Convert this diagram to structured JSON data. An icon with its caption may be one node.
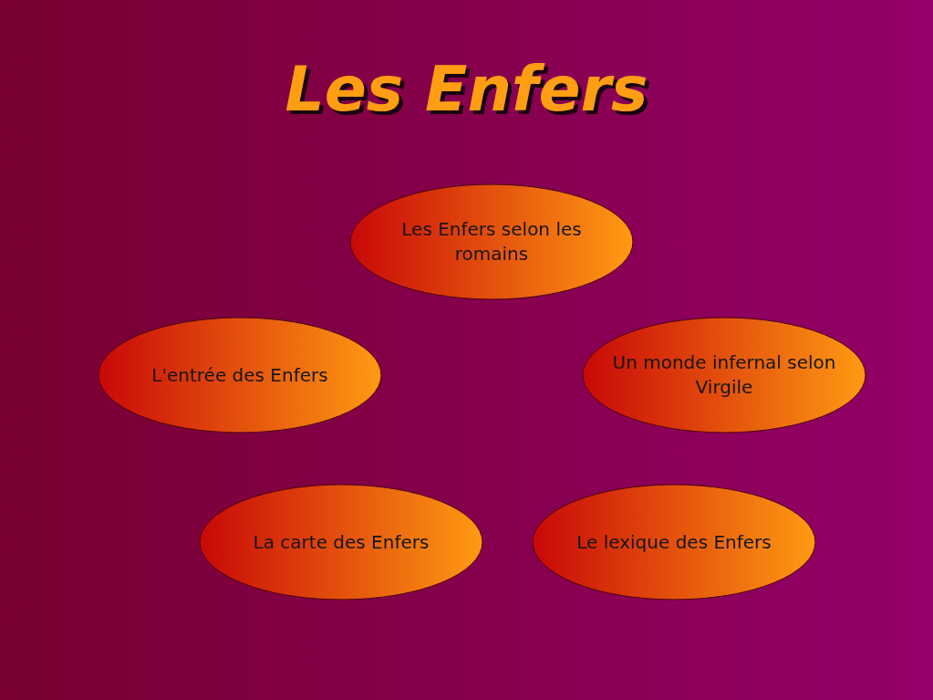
{
  "diagram": {
    "title": "Les Enfers",
    "nodes": [
      {
        "text": [
          "Les Enfers selon les romains"
        ]
      },
      {
        "text": [
          "L'entrée des Enfers"
        ]
      },
      {
        "text": [
          "Un monde infernal selon Virgile"
        ]
      },
      {
        "text": [
          "La carte des Enfers"
        ]
      },
      {
        "text": [
          "Le lexique des Enfers"
        ]
      }
    ]
  }
}
